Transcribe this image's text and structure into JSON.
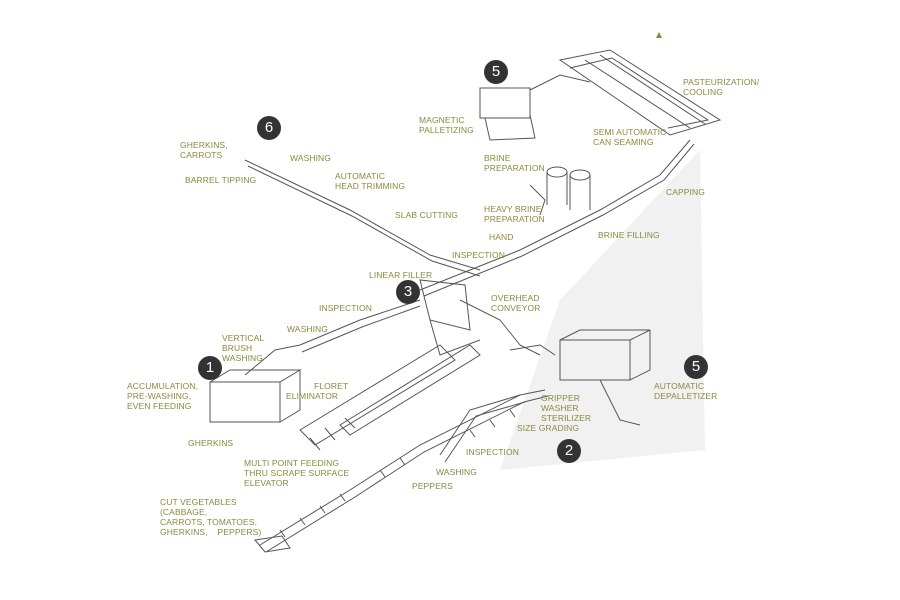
{
  "colors": {
    "label": "#8a8a3a",
    "badge": "#333333",
    "machine": "#5a5a5a",
    "beam": "#e6e6e6"
  },
  "badges": [
    "1",
    "2",
    "3",
    "5",
    "5",
    "6"
  ],
  "labels": {
    "pasteurization": "PASTEURIZATION/\nCOOLING",
    "magnetic_palletizing": "MAGNETIC\nPALLETIZING",
    "semi_auto_seaming": "SEMI AUTOMATIC\nCAN SEAMING",
    "brine_preparation": "BRINE\nPREPARATION",
    "capping": "CAPPING",
    "heavy_brine": "HEAVY BRINE\nPREPARATION",
    "brine_filling": "BRINE FILLING",
    "hand": "HAND",
    "inspection_top": "INSPECTION",
    "gherkins_carrots": "GHERKINS,\nCARROTS",
    "washing_top": "WASHING",
    "barrel_tipping": "BARREL TIPPING",
    "head_trimming": "AUTOMATIC\nHEAD TRIMMING",
    "slab_cutting": "SLAB CUTTING",
    "linear_filler": "LINEAR FILLER",
    "overhead_conveyor": "OVERHEAD\nCONVEYOR",
    "inspection_mid": "INSPECTION",
    "washing_mid": "WASHING",
    "vertical_brush": "VERTICAL\nBRUSH\nWASHING",
    "accumulation": "ACCUMULATION,\nPRE-WASHING,\nEVEN FEEDING",
    "floret": "FLORET",
    "eliminator": "ELIMINATOR",
    "gherkins": "GHERKINS",
    "gripper": "GRIPPER\nWASHER\nSTERILIZER",
    "auto_depalletizer": "AUTOMATIC\nDEPALLETIZER",
    "size_grading": "SIZE GRADING",
    "inspection_low": "INSPECTION",
    "washing_low": "WASHING",
    "peppers": "PEPPERS",
    "multi_point": "MULTI POINT FEEDING\nTHRU SCRAPE SURFACE\nELEVATOR",
    "cut_vegetables": "CUT VEGETABLES\n(CABBAGE,\nCARROTS, TOMATOES,\nGHERKINS,    PEPPERS)"
  }
}
